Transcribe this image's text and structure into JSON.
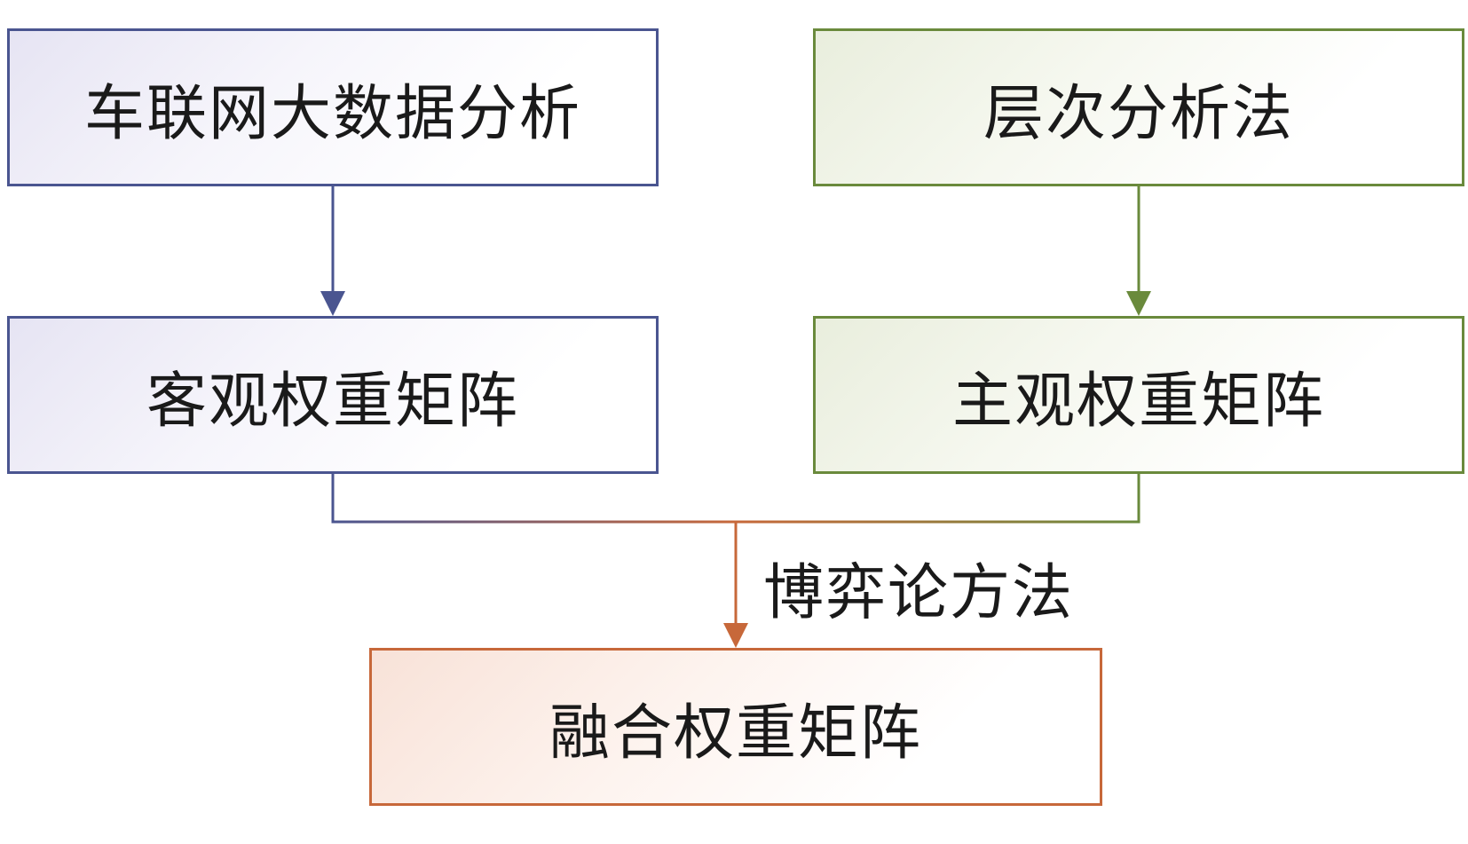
{
  "nodes": {
    "bigdata": "车联网大数据分析",
    "ahp": "层次分析法",
    "objective": "客观权重矩阵",
    "subjective": "主观权重矩阵",
    "fused": "融合权重矩阵"
  },
  "edge_label": "博弈论方法",
  "colors": {
    "blue": "#4a5590",
    "green": "#6a8a3c",
    "orange": "#c7683a"
  }
}
